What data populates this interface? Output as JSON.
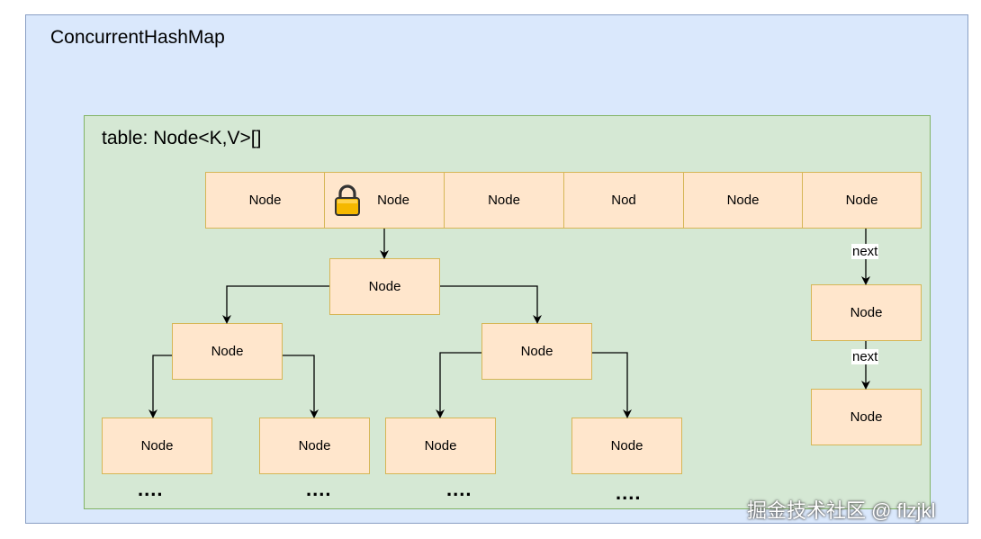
{
  "titles": {
    "outer": "ConcurrentHashMap",
    "inner": "table: Node<K,V>[]"
  },
  "table_cells": [
    "Node",
    "Node",
    "Node",
    "Nod",
    "Node",
    "Node"
  ],
  "tree": {
    "root": "Node",
    "left_child": "Node",
    "right_child": "Node",
    "leaves": [
      "Node",
      "Node",
      "Node",
      "Node"
    ]
  },
  "chain": {
    "nodes": [
      "Node",
      "Node"
    ],
    "edge_label": "next"
  },
  "ellipsis": "....",
  "watermark": "掘金技术社区 @ flzjkl",
  "colors": {
    "outer_fill": "#dae8fc",
    "inner_fill": "#d5e8d4",
    "node_fill": "#ffe6cc",
    "node_border": "#d6b656",
    "lock": "#f5b800"
  },
  "icons": {
    "lock": "lock-icon"
  }
}
